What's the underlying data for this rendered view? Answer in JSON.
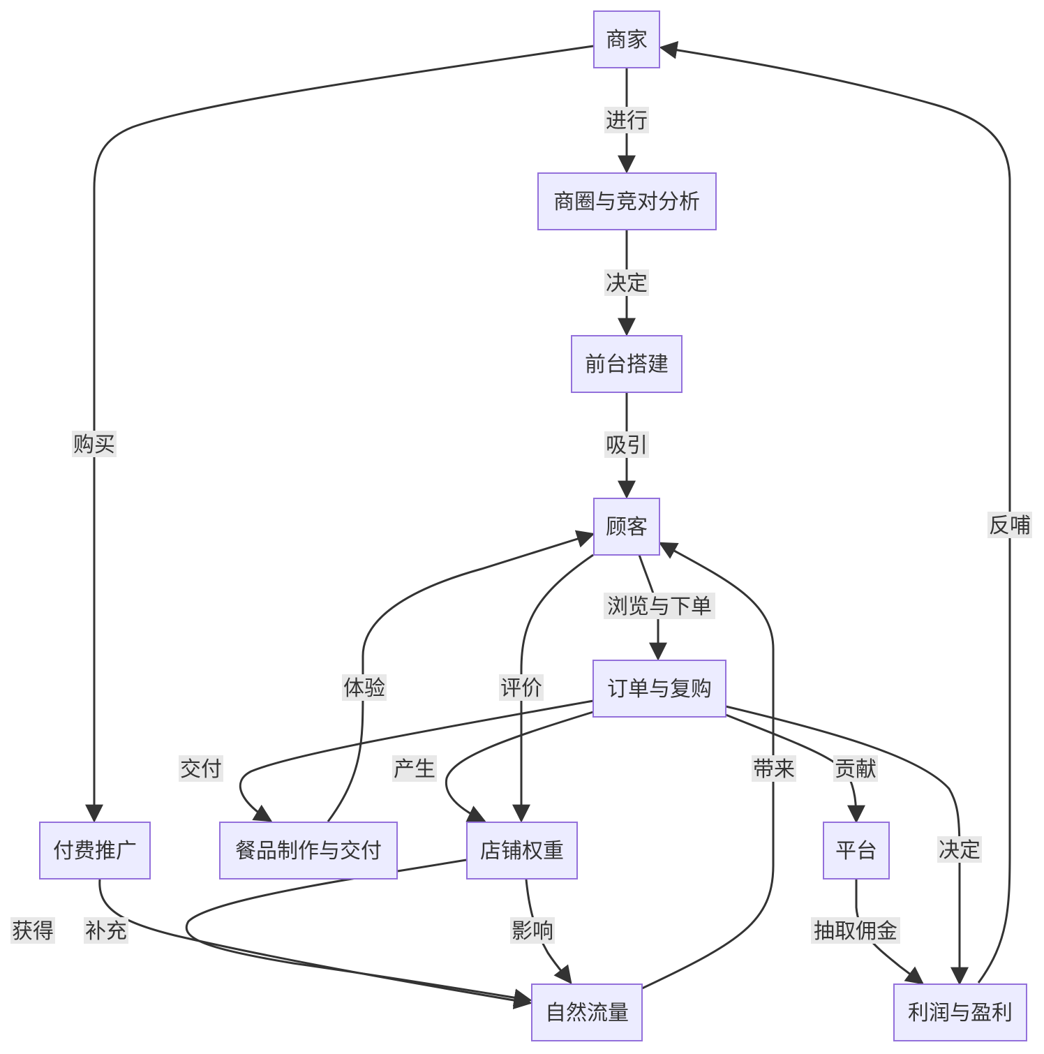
{
  "nodes": {
    "merchant": "商家",
    "analysis": "商圈与竞对分析",
    "storefront": "前台搭建",
    "customer": "顾客",
    "order": "订单与复购",
    "paid_promo": "付费推广",
    "meal": "餐品制作与交付",
    "shop_weight": "店铺权重",
    "platform": "平台",
    "natural_traffic": "自然流量",
    "profit": "利润与盈利"
  },
  "edges": {
    "conduct": "进行",
    "decide1": "决定",
    "attract": "吸引",
    "browse_order": "浏览与下单",
    "buy": "购买",
    "feedback": "反哺",
    "experience": "体验",
    "review": "评价",
    "deliver": "交付",
    "produce": "产生",
    "bring": "带来",
    "contribute": "贡献",
    "decide2": "决定",
    "gain": "获得",
    "supplement": "补充",
    "influence": "影响",
    "commission": "抽取佣金"
  }
}
